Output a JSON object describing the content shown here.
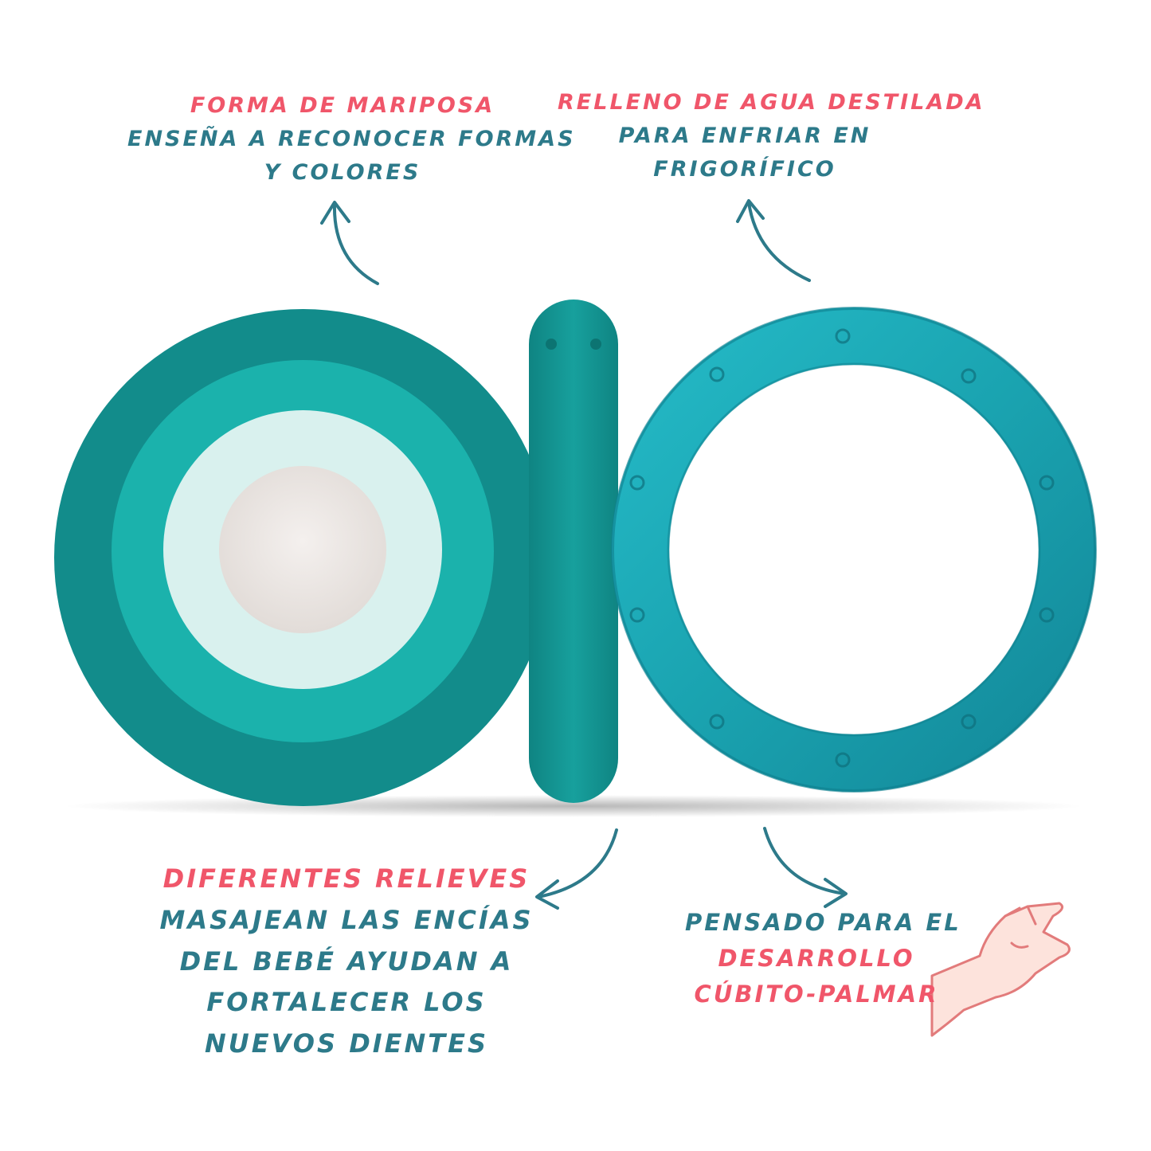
{
  "colors": {
    "accent_pink": "#f0566a",
    "accent_teal": "#2d7a8a",
    "product_dark_teal": "#118d8c",
    "product_mid_teal": "#1bb3ad",
    "ring_teal": "#1aa9b8"
  },
  "callouts": {
    "top_left": {
      "heading": "Forma de mariposa",
      "lines": [
        "enseña a reconocer formas",
        "y colores"
      ]
    },
    "top_right": {
      "heading": "Relleno de agua destilada",
      "lines": [
        "para enfriar en",
        "frigorífico"
      ]
    },
    "bottom_left": {
      "heading": "Diferentes relieves",
      "lines": [
        "masajean las encías",
        "del bebé ayudan a",
        "fortalecer los",
        "nuevos dientes"
      ]
    },
    "bottom_right": {
      "line1": "Pensado para el",
      "highlight": [
        "desarrollo",
        "cúbito-palmar"
      ]
    }
  },
  "icons": {
    "hand": "hand-illustration-icon",
    "arrow": "curved-arrow-icon"
  }
}
